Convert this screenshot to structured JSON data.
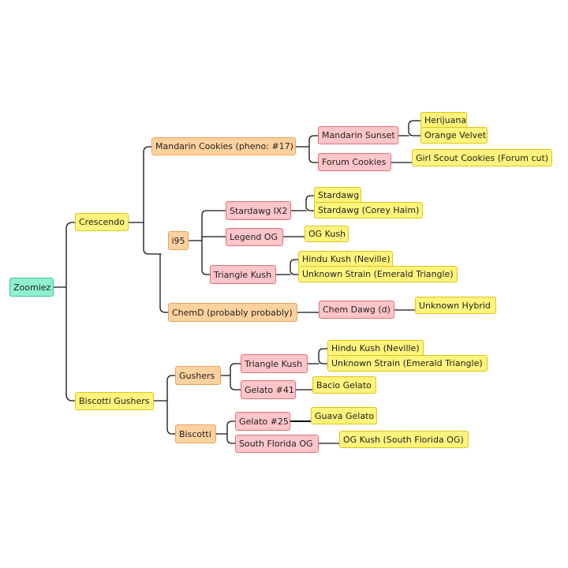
{
  "colors": {
    "root": "#8ff0cf",
    "orange": "#ffd19e",
    "red": "#ffc5c8",
    "yellow": "#fff47c",
    "line": "#111111"
  },
  "nodes": {
    "zoomiez": "Zoomiez",
    "crescendo": "Crescendo",
    "mandarin_cookies": "Mandarin Cookies (pheno: #17)",
    "mandarin_sunset": "Mandarin Sunset",
    "herijuana": "Herijuana",
    "orange_velvet": "Orange Velvet",
    "forum_cookies": "Forum Cookies",
    "girl_scout_cookies": "Girl Scout Cookies (Forum cut)",
    "i95": "i95",
    "stardawg_ix2": "Stardawg IX2",
    "stardawg": "Stardawg",
    "stardawg_corey": "Stardawg (Corey Haim)",
    "legend_og": "Legend OG",
    "og_kush": "OG Kush",
    "triangle_kush_1": "Triangle Kush",
    "hindu_kush_1": "Hindu Kush (Neville)",
    "unknown_emerald_1": "Unknown Strain (Emerald Triangle)",
    "chemd": "ChemD (probably probably)",
    "chem_dawg": "Chem Dawg (d)",
    "unknown_hybrid": "Unknown Hybrid",
    "biscotti_gushers": "Biscotti Gushers",
    "gushers": "Gushers",
    "triangle_kush_2": "Triangle Kush",
    "hindu_kush_2": "Hindu Kush (Neville)",
    "unknown_emerald_2": "Unknown Strain (Emerald Triangle)",
    "gelato_41": "Gelato #41",
    "bacio_gelato": "Bacio Gelato",
    "biscotti": "Biscotti",
    "gelato_25": "Gelato #25",
    "guava_gelato": "Guava Gelato",
    "south_florida_og": "South Florida OG",
    "og_kush_south_florida": "OG Kush (South Florida OG)"
  }
}
